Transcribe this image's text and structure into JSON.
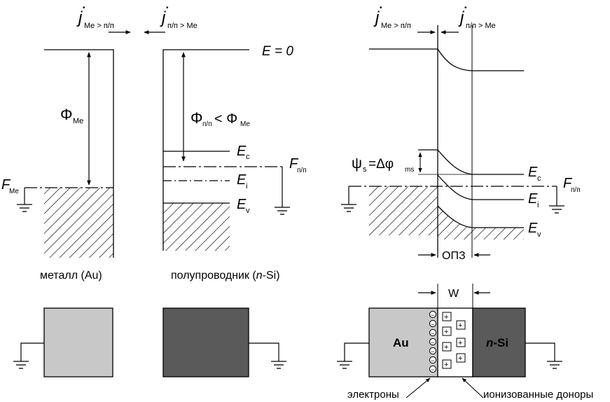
{
  "labels": {
    "j_sym": "j",
    "flux_m_to_s": "Me > п/п",
    "flux_s_to_m": "п/п > Me",
    "e_zero": "E = 0",
    "phi_sym": "Φ",
    "phi_me_sub": "Me",
    "phi_compare": "< Φ",
    "phi_sc_sub": "п/п",
    "F_sym": "F",
    "F_me_sub": "Me",
    "F_sc_sub": "п/п",
    "E_sym": "E",
    "Ec_sub": "c",
    "Ei_sub": "i",
    "Ev_sub": "v",
    "psi": "ψ",
    "psi_sub": "s",
    "psi_eq": "=Δφ",
    "psi_eq_sub": "ms",
    "metal_caption": "металл (Au)",
    "sc_caption_pre": "полупроводник (",
    "sc_caption_n": "n",
    "sc_caption_post": "-Si)",
    "opz": "ОПЗ",
    "w": "W",
    "au": "Au",
    "nsi_n": "n",
    "nsi_rest": "-Si",
    "electrons": "электроны",
    "donors": "ионизованные доноры",
    "minus": "−",
    "plus": "+"
  },
  "colors": {
    "metal_fill": "#c8c8c8",
    "semiconductor_fill": "#5a5a5a",
    "line": "#000000"
  }
}
